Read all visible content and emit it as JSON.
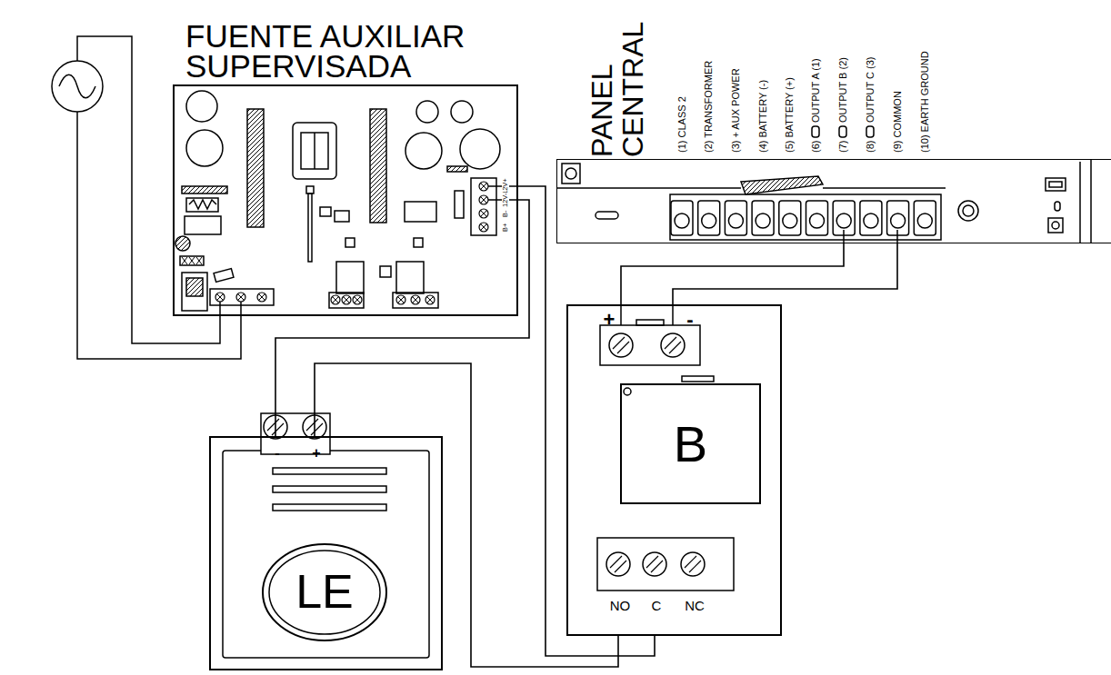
{
  "diagram": {
    "nodes": [
      {
        "text": [
          "FUENTE AUXILIAR SUPERVISADA"
        ]
      },
      {
        "text": [
          "PANEL CENTRAL"
        ]
      },
      {
        "text": [
          "+",
          "-",
          "NO",
          "C",
          "NC"
        ]
      },
      {
        "text": [
          "B"
        ],
        "in": 2
      },
      {
        "text": [
          "-",
          "+"
        ]
      },
      {
        "text": [
          "LE"
        ],
        "in": 4
      }
    ],
    "edges": [
      {
        "from": 0,
        "to": 2,
        "arrow": "none"
      },
      {
        "from": 0,
        "to": 4,
        "arrow": "none"
      },
      {
        "from": 4,
        "to": 2,
        "arrow": "none"
      },
      {
        "from": 1,
        "to": 2,
        "arrow": "none"
      },
      {
        "from": 1,
        "to": 2,
        "arrow": "none"
      }
    ],
    "labels": [
      "(1) CLASS 2",
      "(2) TRANSFORMER",
      "(3) + AUX POWER",
      "(4) BATTERY (-)",
      "(5) BATTERY (+)",
      "(6)",
      "OUTPUT A (1)",
      "(7)",
      "OUTPUT B (2)",
      "(8)",
      "OUTPUT C (3)",
      "(9) COMMON",
      "(10) EARTH GROUND",
      "12V+",
      "12V-",
      "B-",
      "B+"
    ]
  }
}
